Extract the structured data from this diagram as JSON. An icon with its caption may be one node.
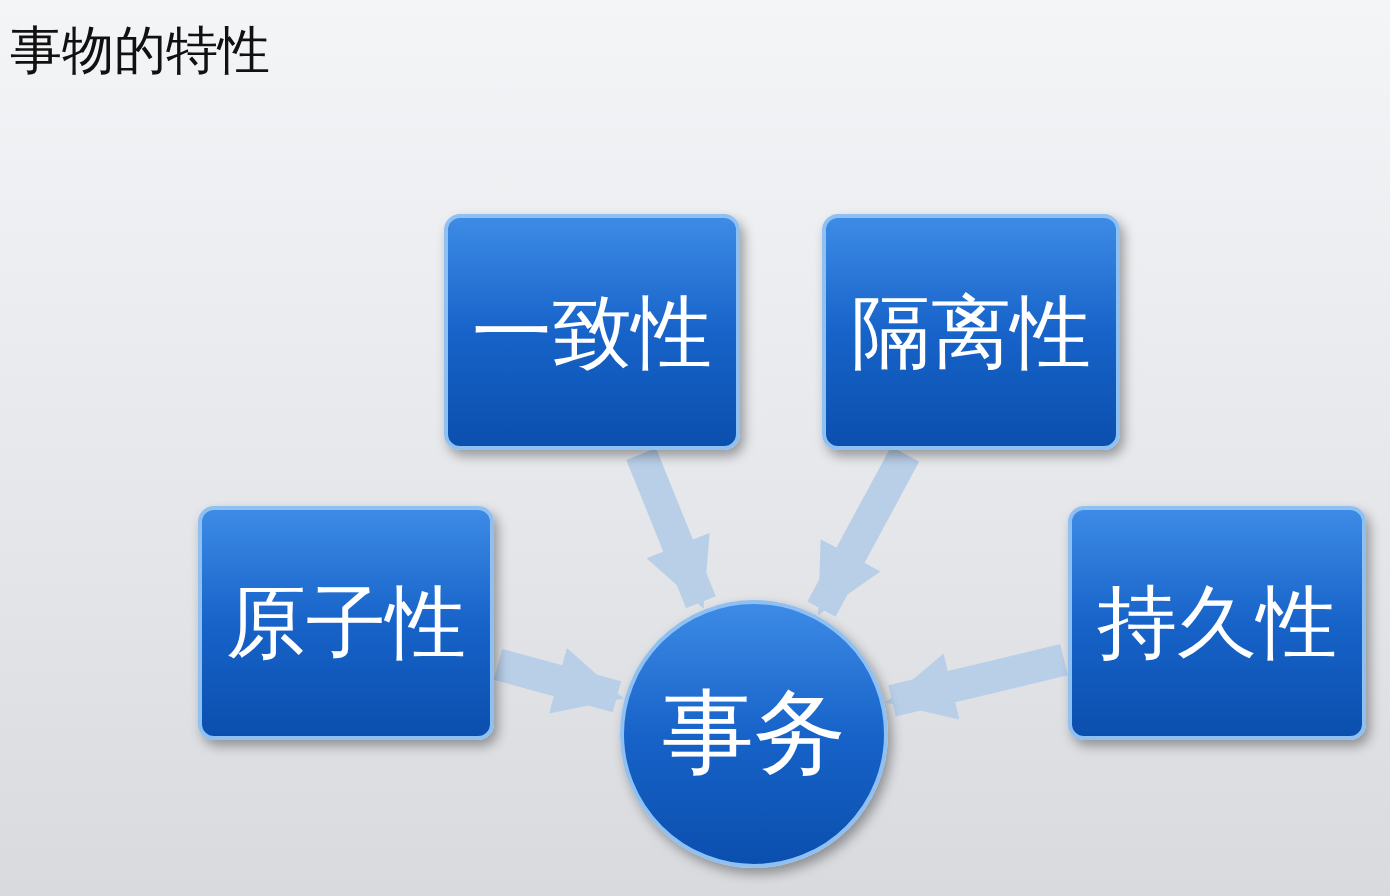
{
  "diagram": {
    "title": "事物的特性",
    "nodes": [
      {
        "text": [
          "一致性"
        ]
      },
      {
        "text": [
          "隔离性"
        ]
      },
      {
        "text": [
          "原子性"
        ]
      },
      {
        "text": [
          "持久性"
        ]
      },
      {
        "text": [
          "事务"
        ]
      }
    ],
    "edges": [
      {
        "from": 0,
        "to": 4,
        "arrow": "to"
      },
      {
        "from": 1,
        "to": 4,
        "arrow": "to"
      },
      {
        "from": 2,
        "to": 4,
        "arrow": "to"
      },
      {
        "from": 3,
        "to": 4,
        "arrow": "to"
      }
    ]
  }
}
